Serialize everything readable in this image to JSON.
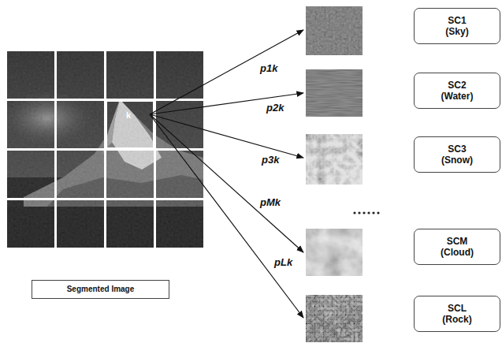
{
  "diagram": {
    "nodes": [
      {
        "text": [
          "Segmented Image"
        ]
      },
      {
        "text": [
          "SC1 (Sky)"
        ]
      },
      {
        "text": [
          "SC2 (Water)"
        ]
      },
      {
        "text": [
          "SC3 (Snow)"
        ]
      },
      {
        "text": [
          "SCM (Cloud)"
        ]
      },
      {
        "text": [
          "SCL (Rock)"
        ]
      }
    ],
    "labels": [
      "k",
      "p1k",
      "p2k",
      "p3k",
      "pMk",
      "pLk"
    ]
  }
}
